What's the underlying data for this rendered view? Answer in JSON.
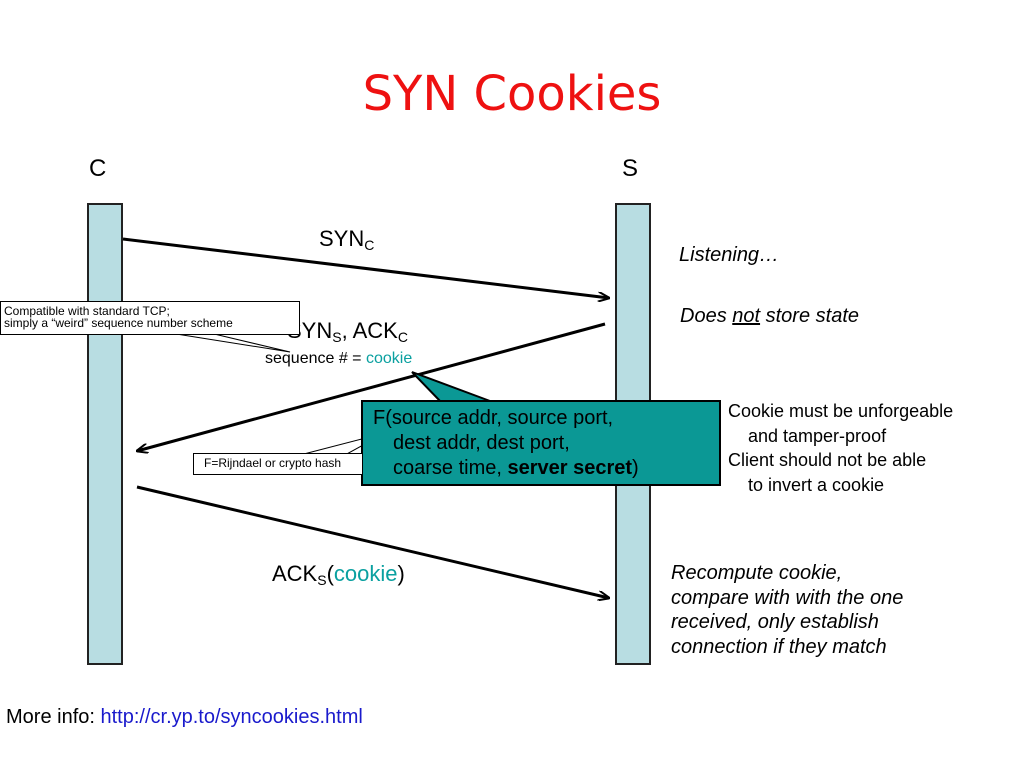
{
  "title": "SYN Cookies",
  "hosts": {
    "client": "C",
    "server": "S"
  },
  "messages": {
    "syn": {
      "text": "SYN",
      "sub": "C"
    },
    "synack": {
      "text1": "SYN",
      "sub1": "S",
      "text2": ", ACK",
      "sub2": "C"
    },
    "sequence": {
      "prefix": "sequence # = ",
      "value": "cookie"
    },
    "ack": {
      "text": "ACK",
      "sub": "S",
      "open": "(",
      "value": "cookie",
      "close": ")"
    }
  },
  "server_notes": {
    "listening": "Listening…",
    "stateless_pre": "Does ",
    "stateless_em": "not",
    "stateless_post": " store state"
  },
  "callouts": {
    "tcp_line1": "Compatible with standard TCP;",
    "tcp_line2": "simply a “weird” sequence number scheme",
    "hash": "F=Rijndael or crypto hash"
  },
  "function_box": {
    "line1": "F(source addr, source port,",
    "line2": "dest addr, dest port,",
    "line3_pre": "coarse time, ",
    "line3_bold": "server secret",
    "line3_post": ")"
  },
  "requirements": {
    "line1": "Cookie must be unforgeable",
    "line2": "and tamper-proof",
    "line3": "Client should not be able",
    "line4": "to invert a cookie"
  },
  "recompute": {
    "line1": "Recompute cookie,",
    "line2": "compare with with the one",
    "line3": "received, only establish",
    "line4": "connection if they match"
  },
  "footer": {
    "label": "More info: ",
    "link": "http://cr.yp.to/syncookies.html"
  },
  "colors": {
    "title": "#ee1111",
    "lifeline": "#b8dde2",
    "function_box": "#0b9895",
    "cookie_text": "#0aa0a0",
    "link": "#1a1acc"
  }
}
